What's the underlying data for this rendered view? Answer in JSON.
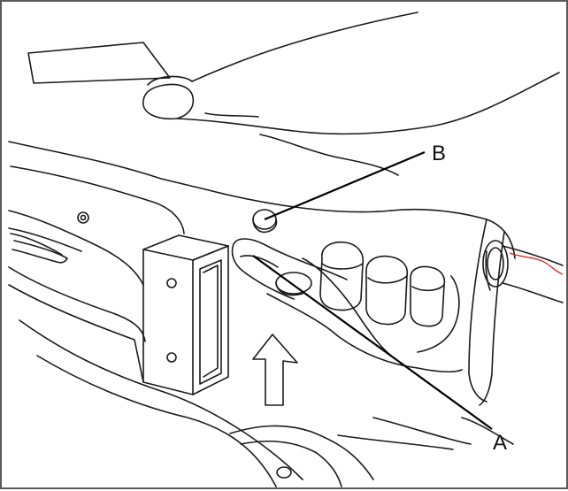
{
  "figure": {
    "callouts": [
      {
        "id": "A",
        "label": "A"
      },
      {
        "id": "B",
        "label": "B"
      }
    ],
    "colors": {
      "line": "#1a1a1a",
      "leader": "#000000",
      "cable_accent": "#d9261c",
      "frame": "#5a5a5a",
      "background": "#ffffff"
    },
    "icons": [
      "up-arrow-icon"
    ]
  }
}
